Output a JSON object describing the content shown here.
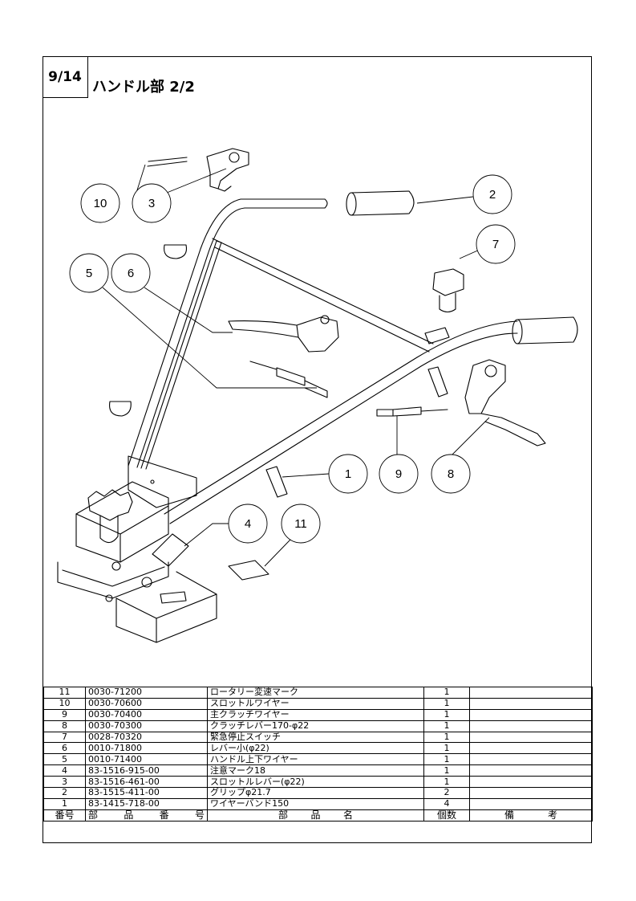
{
  "page": {
    "number": "9/14",
    "title": "ハンドル部 2/2"
  },
  "callouts": [
    "10",
    "3",
    "2",
    "7",
    "5",
    "6",
    "1",
    "9",
    "8",
    "4",
    "11"
  ],
  "table": {
    "header": {
      "no": "番号",
      "part_no": [
        "部",
        "品",
        "番",
        "号"
      ],
      "part_name": [
        "部",
        "品",
        "名"
      ],
      "qty": "個数",
      "remarks": [
        "備",
        "考"
      ]
    },
    "rows": [
      {
        "no": "11",
        "part_no": "0030-71200",
        "name": "ロータリー変速マーク",
        "qty": "1",
        "remarks": ""
      },
      {
        "no": "10",
        "part_no": "0030-70600",
        "name": "スロットルワイヤー",
        "qty": "1",
        "remarks": ""
      },
      {
        "no": "9",
        "part_no": "0030-70400",
        "name": "主クラッチワイヤー",
        "qty": "1",
        "remarks": ""
      },
      {
        "no": "8",
        "part_no": "0030-70300",
        "name": "クラッチレバー170-φ22",
        "qty": "1",
        "remarks": ""
      },
      {
        "no": "7",
        "part_no": "0028-70320",
        "name": "緊急停止スイッチ",
        "qty": "1",
        "remarks": ""
      },
      {
        "no": "6",
        "part_no": "0010-71800",
        "name": "レバー小(φ22)",
        "qty": "1",
        "remarks": ""
      },
      {
        "no": "5",
        "part_no": "0010-71400",
        "name": "ハンドル上下ワイヤー",
        "qty": "1",
        "remarks": ""
      },
      {
        "no": "4",
        "part_no": "83-1516-915-00",
        "name": "注意マーク18",
        "qty": "1",
        "remarks": ""
      },
      {
        "no": "3",
        "part_no": "83-1516-461-00",
        "name": "スロットルレバー(φ22)",
        "qty": "1",
        "remarks": ""
      },
      {
        "no": "2",
        "part_no": "83-1515-411-00",
        "name": "グリップφ21.7",
        "qty": "2",
        "remarks": ""
      },
      {
        "no": "1",
        "part_no": "83-1415-718-00",
        "name": "ワイヤーバンド150",
        "qty": "4",
        "remarks": ""
      }
    ]
  }
}
